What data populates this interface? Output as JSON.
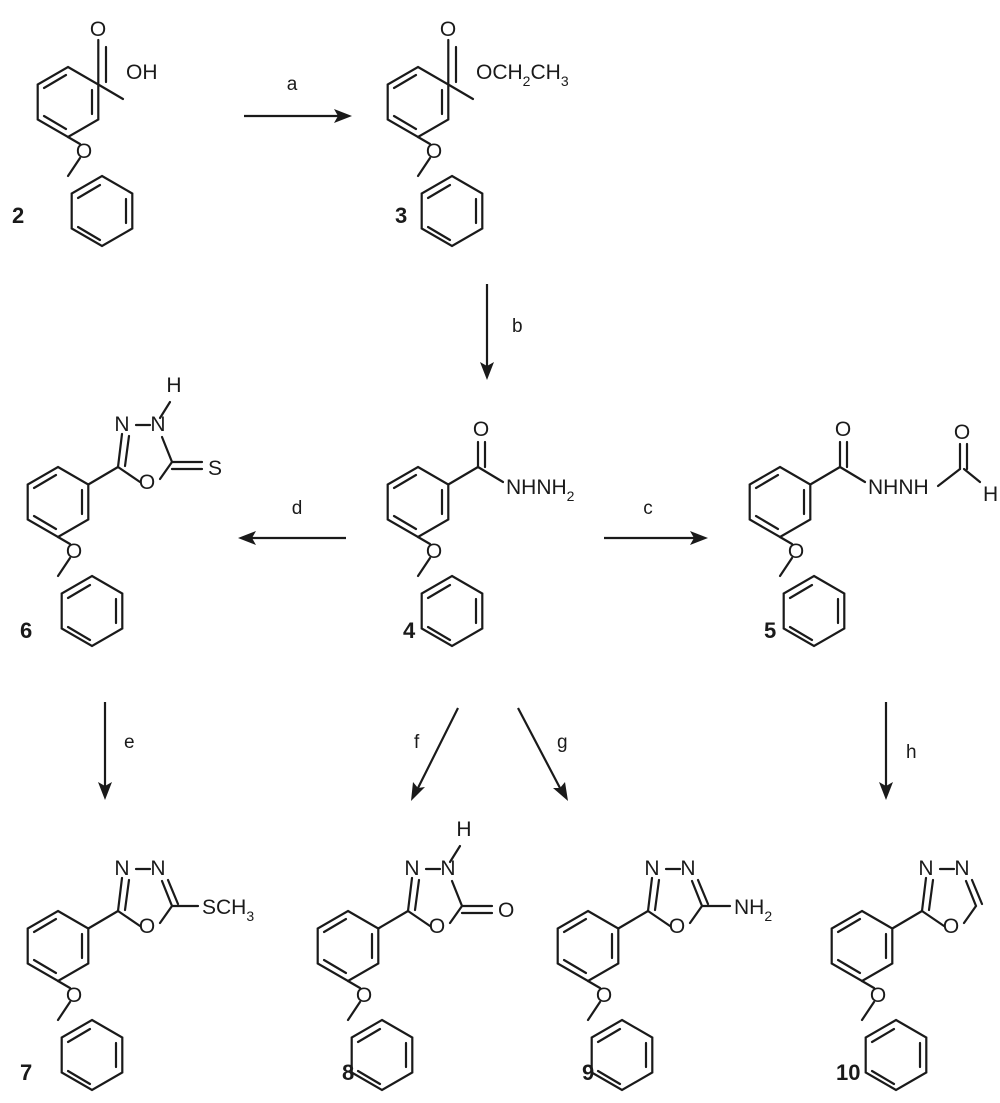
{
  "compounds": [
    {
      "number": "2",
      "groups": {
        "acid_oh": "OH",
        "carbonyl_o": "O",
        "ether_o": "O"
      }
    },
    {
      "number": "3",
      "groups": {
        "ester_main": "OCH",
        "ester_sub": "2",
        "ester_end": "CH",
        "ester_sub2": "3",
        "carbonyl_o": "O",
        "ether_o": "O"
      }
    },
    {
      "number": "4",
      "groups": {
        "hydrazide_main": "NHNH",
        "hydrazide_sub": "2",
        "carbonyl_o": "O",
        "ether_o": "O"
      }
    },
    {
      "number": "5",
      "groups": {
        "nhnh": "NHNH",
        "formyl_o": "O",
        "formyl_h": "H",
        "carbonyl_o": "O",
        "ether_o": "O"
      }
    },
    {
      "number": "6",
      "groups": {
        "n1": "N",
        "n2": "N",
        "nh_h": "H",
        "ring_o": "O",
        "thione_s": "S",
        "ether_o": "O"
      }
    },
    {
      "number": "7",
      "groups": {
        "n1": "N",
        "n2": "N",
        "ring_o": "O",
        "sme_main": "SCH",
        "sme_sub": "3",
        "ether_o": "O"
      }
    },
    {
      "number": "8",
      "groups": {
        "n1": "N",
        "n2": "N",
        "nh_h": "H",
        "ring_o": "O",
        "oxo_o": "O",
        "ether_o": "O"
      }
    },
    {
      "number": "9",
      "groups": {
        "n1": "N",
        "n2": "N",
        "ring_o": "O",
        "amino_main": "NH",
        "amino_sub": "2",
        "ether_o": "O"
      }
    },
    {
      "number": "10",
      "groups": {
        "n1": "N",
        "n2": "N",
        "ring_o": "O",
        "ether_o": "O"
      }
    }
  ],
  "reactions": [
    {
      "from": "2",
      "to": "3",
      "label": "a"
    },
    {
      "from": "3",
      "to": "4",
      "label": "b"
    },
    {
      "from": "4",
      "to": "5",
      "label": "c"
    },
    {
      "from": "4",
      "to": "6",
      "label": "d"
    },
    {
      "from": "6",
      "to": "7",
      "label": "e"
    },
    {
      "from": "4",
      "to": "8",
      "label": "f"
    },
    {
      "from": "4",
      "to": "9",
      "label": "g"
    },
    {
      "from": "5",
      "to": "10",
      "label": "h"
    }
  ]
}
